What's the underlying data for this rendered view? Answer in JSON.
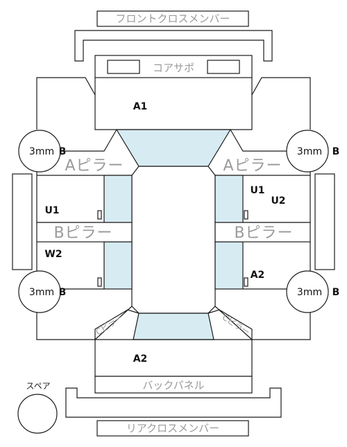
{
  "labels": {
    "front_cross_member": "フロントクロスメンバー",
    "core_support": "コアサポ",
    "a_pillar": "Aピラー",
    "b_pillar": "Bピラー",
    "back_panel": "バックパネル",
    "rear_cross_member": "リアクロスメンバー",
    "spare": "スペア",
    "c_pillar_left": "Cピラー",
    "c_pillar_right": "Cピラー"
  },
  "marks": {
    "front_center": "A1",
    "rear_center": "A2",
    "left_front_door": "U1",
    "left_rear_door": "W2",
    "right_front_door_1": "U1",
    "right_front_door_2": "U2",
    "right_rear_door": "A2"
  },
  "tires": {
    "front_left": "3mm",
    "front_right": "3mm",
    "rear_left": "3mm",
    "rear_right": "3mm",
    "front_left_mark": "B",
    "front_right_mark": "B",
    "rear_left_mark": "B",
    "rear_right_mark": "B"
  }
}
